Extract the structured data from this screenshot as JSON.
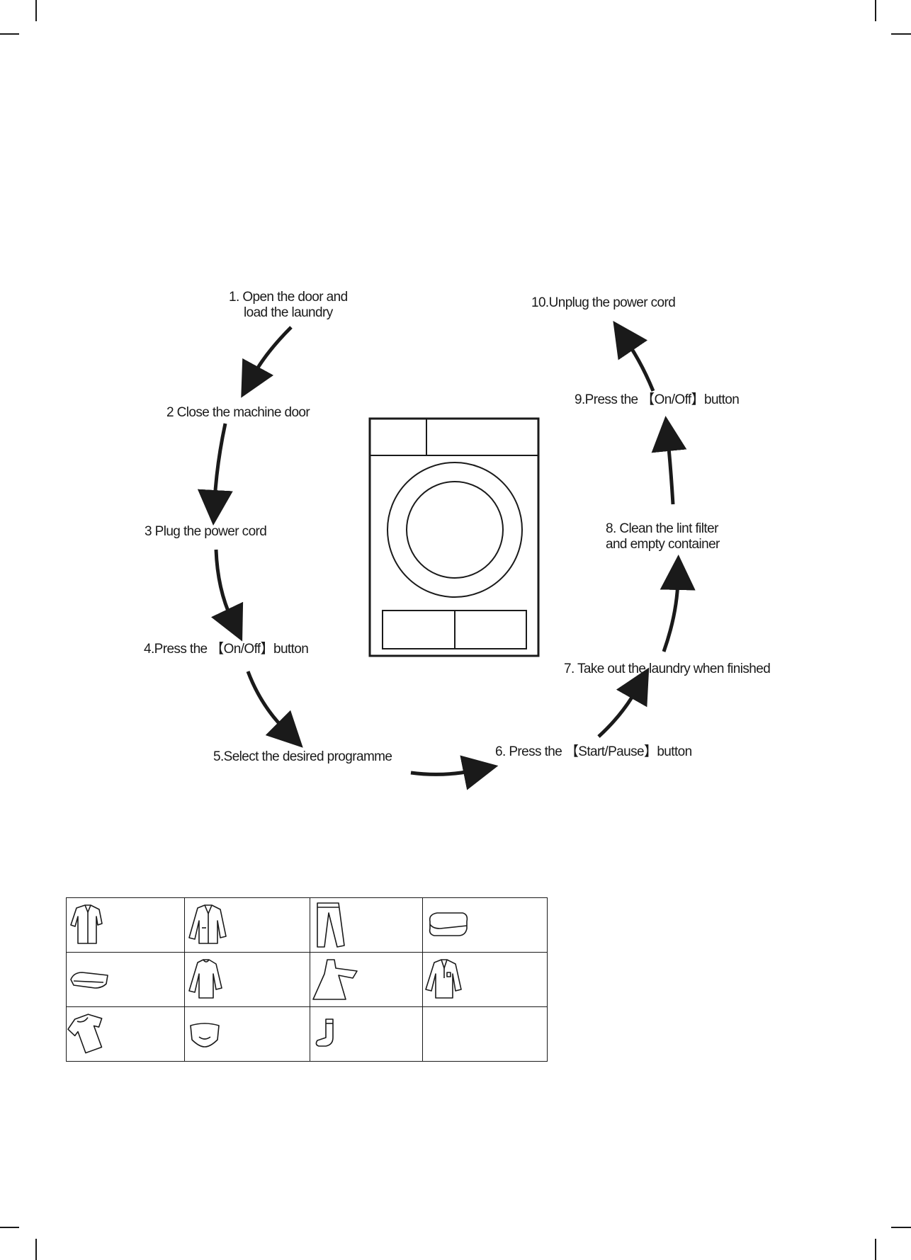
{
  "steps": [
    {
      "n": 1,
      "lines": [
        "1. Open the door and",
        "load the laundry"
      ]
    },
    {
      "n": 2,
      "lines": [
        "2 Close the machine door"
      ]
    },
    {
      "n": 3,
      "lines": [
        "3 Plug the power cord"
      ]
    },
    {
      "n": 4,
      "lines": [
        "4.Press the 【On/Off】button"
      ]
    },
    {
      "n": 5,
      "lines": [
        "5.Select the desired programme"
      ]
    },
    {
      "n": 6,
      "lines": [
        "6. Press the 【Start/Pause】button"
      ]
    },
    {
      "n": 7,
      "lines": [
        "7. Take out the laundry when finished"
      ]
    },
    {
      "n": 8,
      "lines": [
        "8. Clean the lint filter",
        "and empty container"
      ]
    },
    {
      "n": 9,
      "lines": [
        "9.Press the 【On/Off】button"
      ]
    },
    {
      "n": 10,
      "lines": [
        "10.Unplug the power cord"
      ]
    }
  ],
  "laundry_icons": [
    [
      "shirt-icon",
      "jacket-icon",
      "trousers-icon",
      "folded-towel-icon"
    ],
    [
      "flat-towel-icon",
      "long-sleeve-top-icon",
      "dress-icon",
      "polo-shirt-icon"
    ],
    [
      "t-shirt-icon",
      "underwear-icon",
      "socks-icon",
      ""
    ]
  ],
  "colors": {
    "ink": "#1a1a1a",
    "paper": "#ffffff"
  }
}
